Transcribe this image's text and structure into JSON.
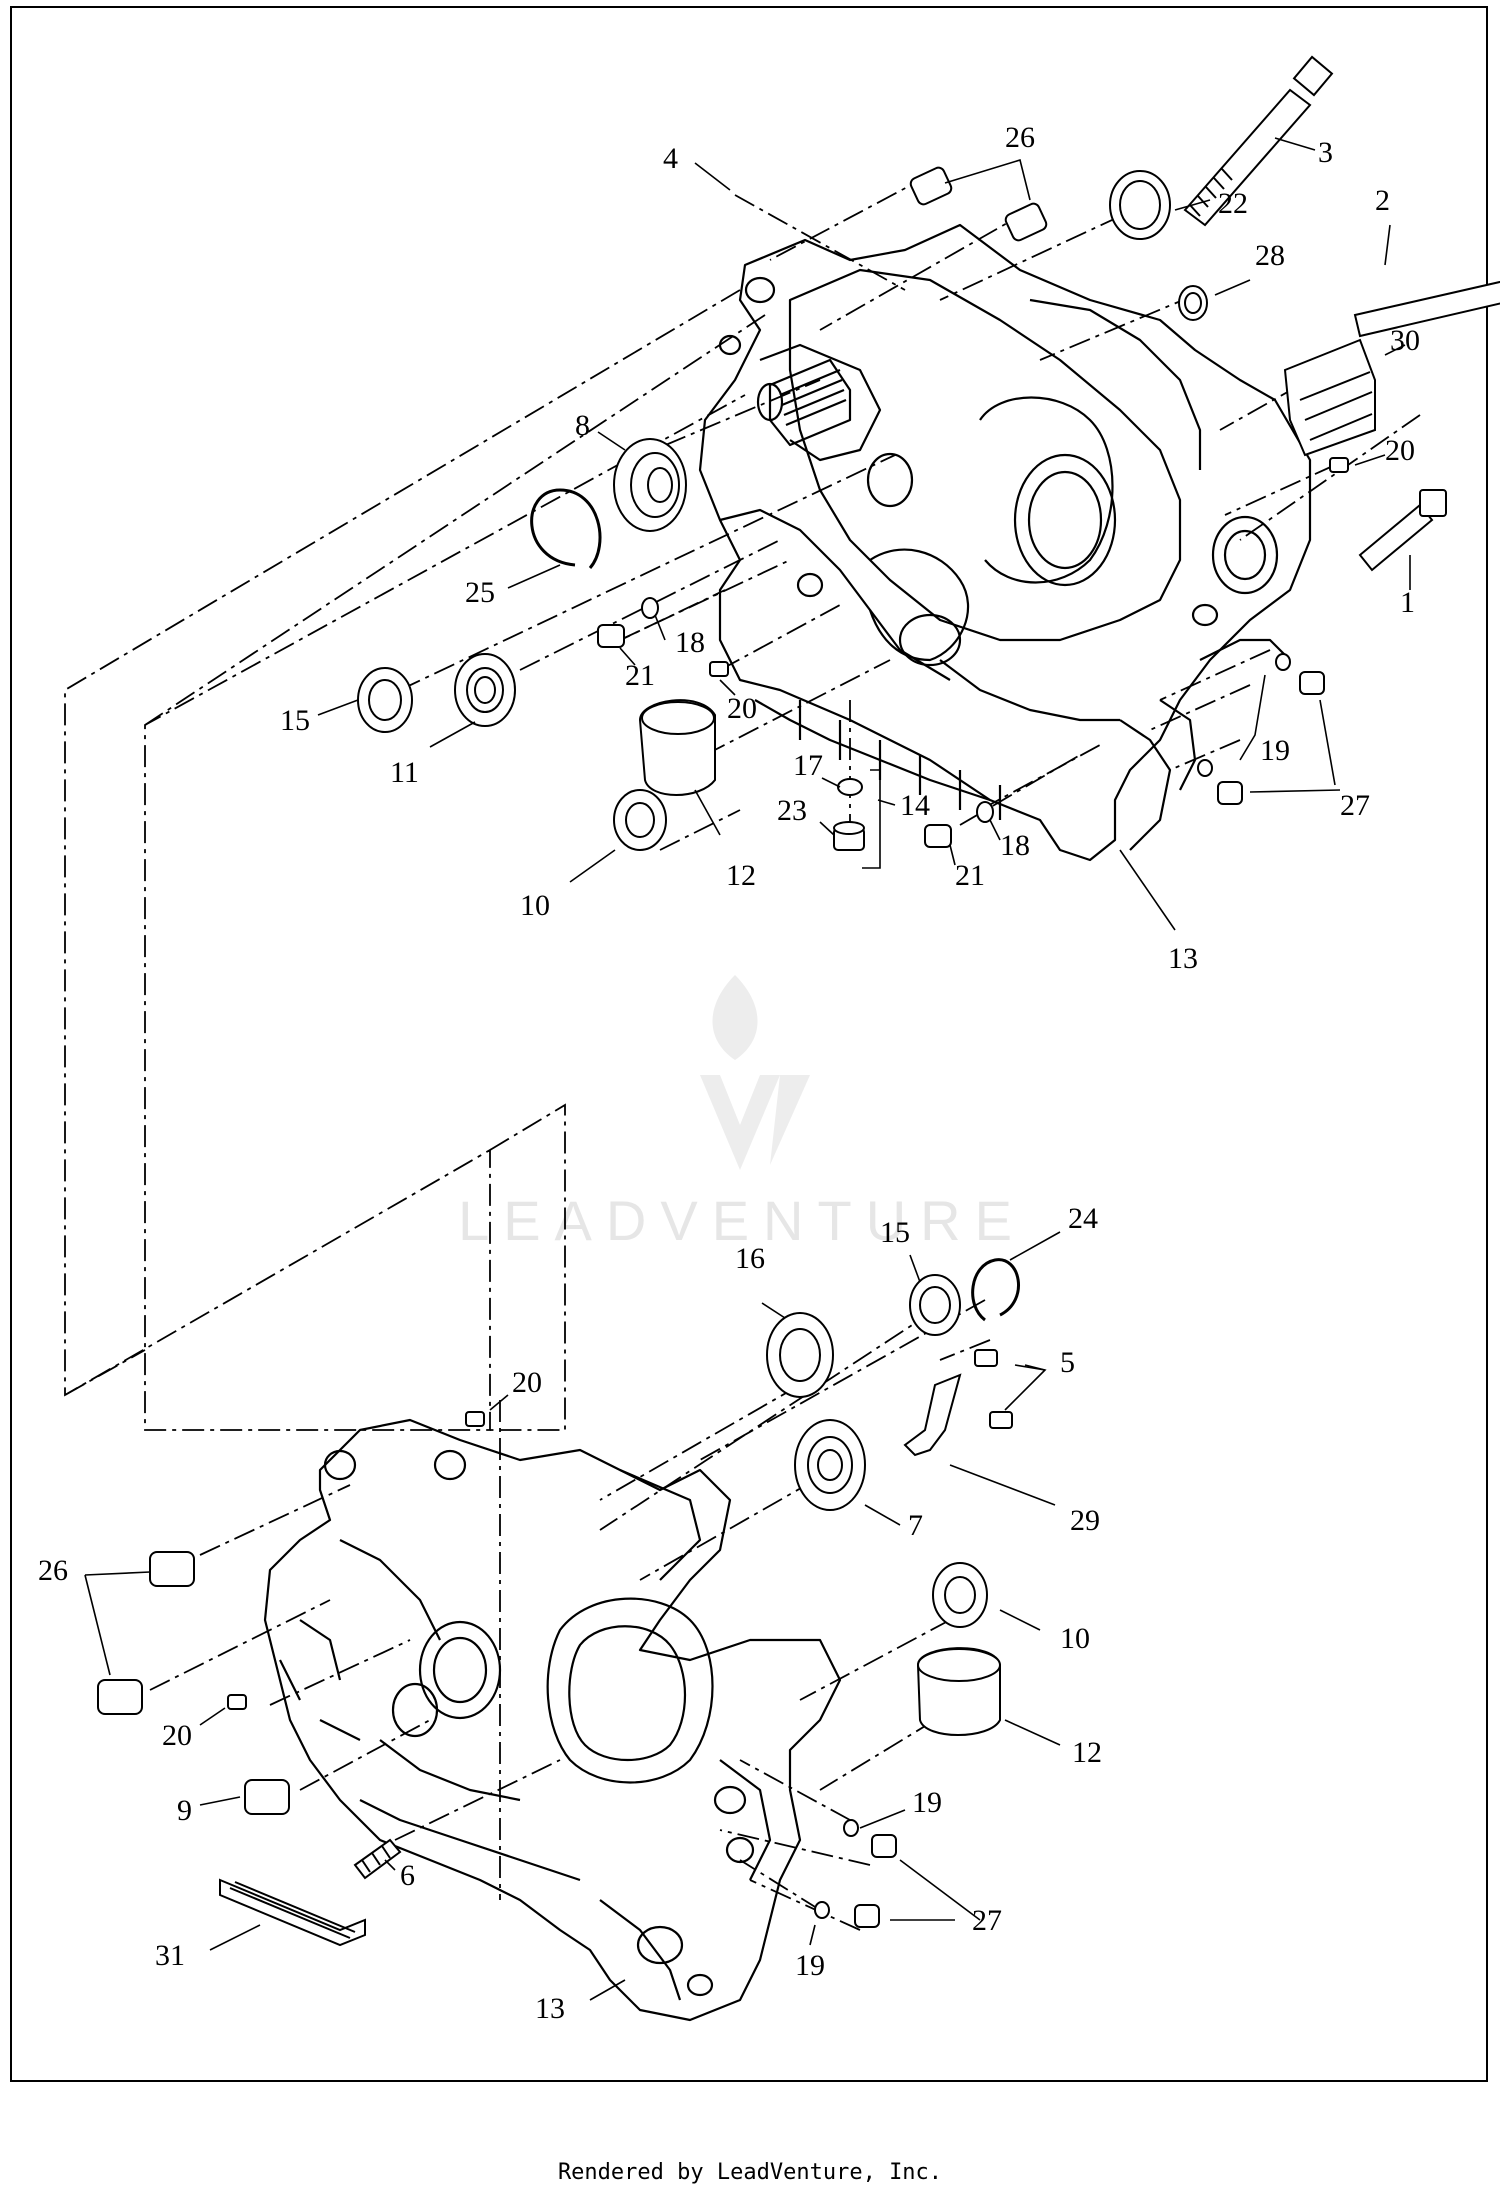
{
  "footer": "Rendered by LeadVenture, Inc.",
  "watermark": {
    "text": "LEADVENTURE",
    "color": "#e6e6e6"
  },
  "callouts": {
    "upper": [
      "4",
      "26",
      "3",
      "22",
      "2",
      "28",
      "30",
      "20",
      "8",
      "25",
      "1",
      "18",
      "21",
      "20",
      "15",
      "11",
      "19",
      "17",
      "14",
      "23",
      "27",
      "12",
      "18",
      "21",
      "10",
      "13"
    ],
    "lower": [
      "20",
      "16",
      "15",
      "24",
      "5",
      "29",
      "7",
      "26",
      "10",
      "20",
      "12",
      "9",
      "6",
      "19",
      "27",
      "31",
      "19",
      "13"
    ]
  },
  "colors": {
    "line": "#000000",
    "background": "#ffffff"
  }
}
